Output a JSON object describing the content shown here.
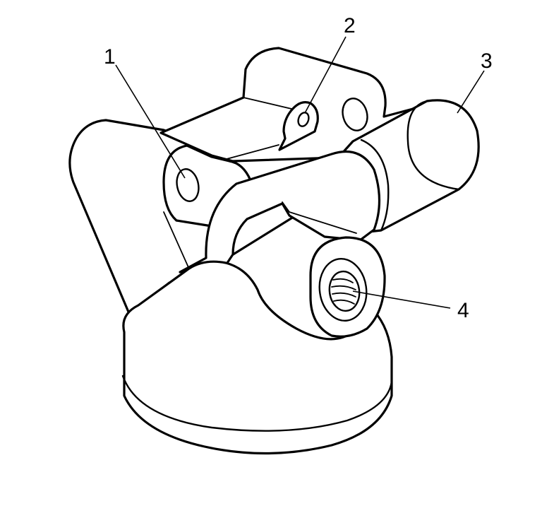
{
  "diagram": {
    "colors": {
      "line": "#000000",
      "background": "#ffffff"
    },
    "callouts": [
      {
        "id": "1",
        "label": "1",
        "target": "bolt-hole-left"
      },
      {
        "id": "2",
        "label": "2",
        "target": "sensor-tab"
      },
      {
        "id": "3",
        "label": "3",
        "target": "outlet-boss"
      },
      {
        "id": "4",
        "label": "4",
        "target": "threaded-port"
      }
    ]
  }
}
